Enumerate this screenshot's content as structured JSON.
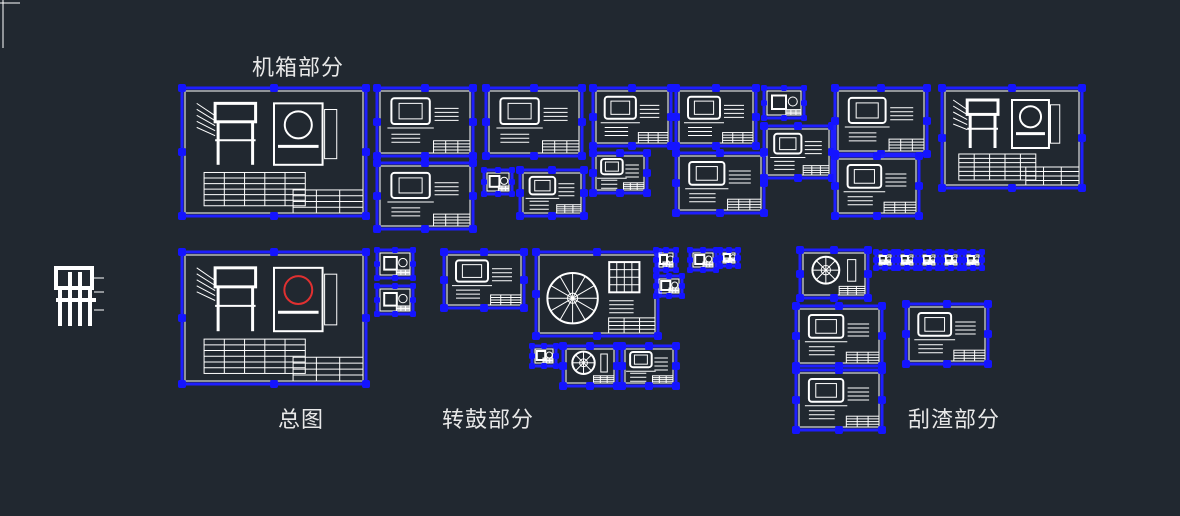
{
  "labels": {
    "cabinet": "机箱部分",
    "general": "总图",
    "drum": "转鼓部分",
    "scraper": "刮渣部分"
  },
  "colors": {
    "background": "#212830",
    "selection": "#1e1eff",
    "grip": "#1414ff",
    "linework": "#ffffff",
    "label_text": "#e8e8e8",
    "accent": "#e03030"
  },
  "icons": {
    "corner_crosshair": "crosshair-icon",
    "selection_grip": "grip-square-icon"
  }
}
